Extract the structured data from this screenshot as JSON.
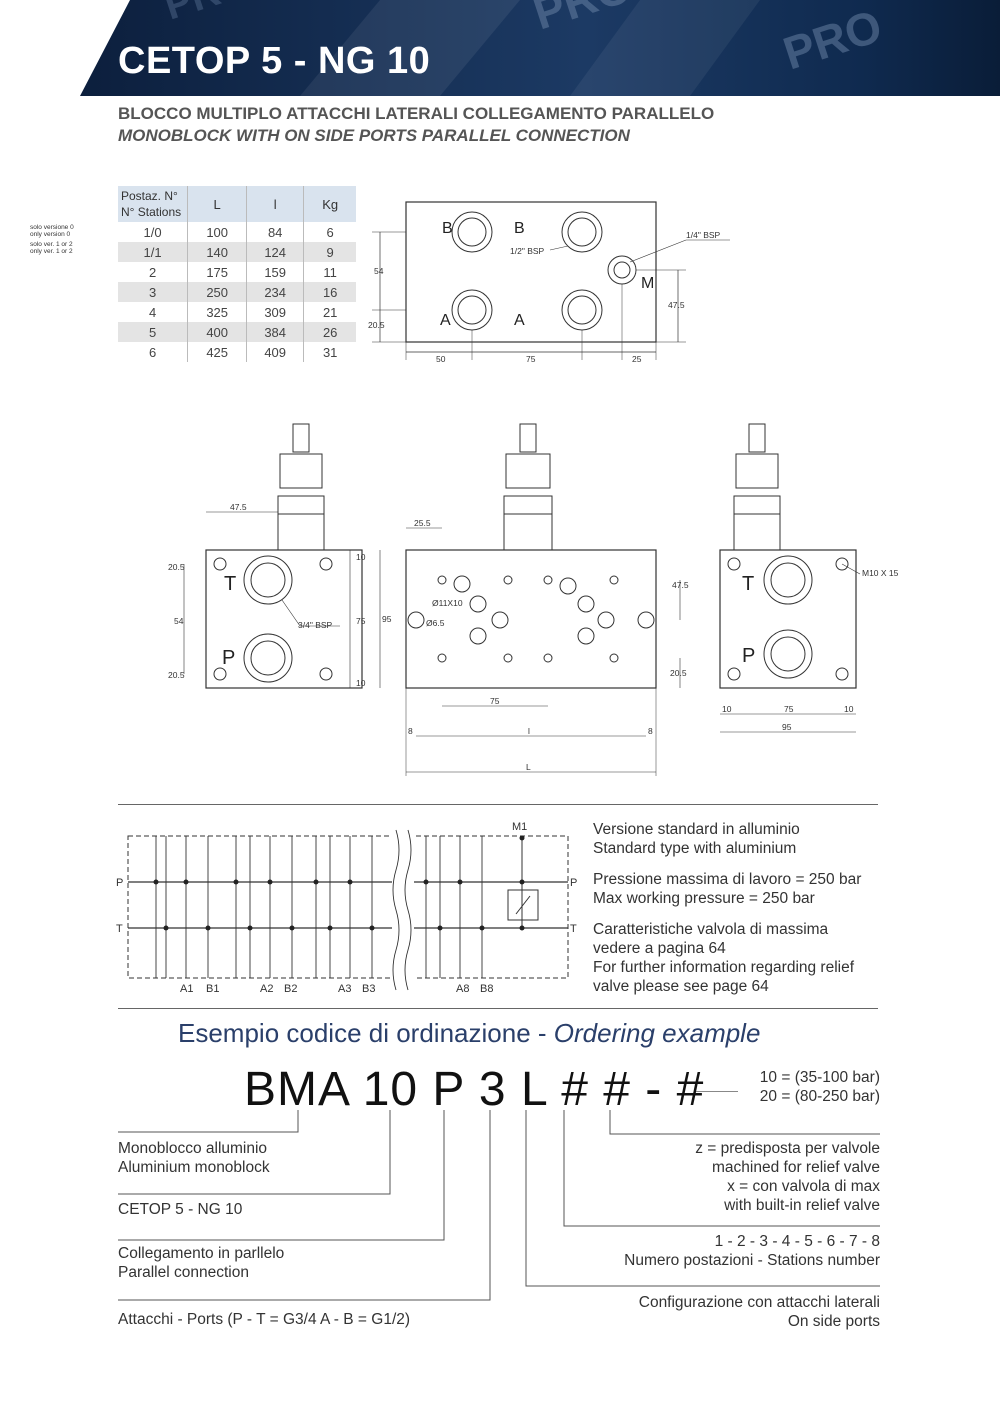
{
  "header": {
    "title": "CETOP 5 - NG 10",
    "watermark": "PRO",
    "subtitle_it": "BLOCCO MULTIPLO ATTACCHI LATERALI COLLEGAMENTO PARALLELO",
    "subtitle_en": "MONOBLOCK WITH ON SIDE PORTS PARALLEL CONNECTION",
    "colors": {
      "banner": "#0f2545",
      "banner_light": "#3a5b86",
      "title": "#ffffff"
    }
  },
  "table": {
    "headers": [
      "Postaz. N°\nN° Stations",
      "L",
      "l",
      "Kg"
    ],
    "header_line1": "Postaz. N°",
    "header_line2": "N° Stations",
    "rows": [
      [
        "1/0",
        "100",
        "84",
        "6"
      ],
      [
        "1/1",
        "140",
        "124",
        "9"
      ],
      [
        "2",
        "175",
        "159",
        "11"
      ],
      [
        "3",
        "250",
        "234",
        "16"
      ],
      [
        "4",
        "325",
        "309",
        "21"
      ],
      [
        "5",
        "400",
        "384",
        "26"
      ],
      [
        "6",
        "425",
        "409",
        "31"
      ]
    ],
    "notes": [
      "solo versione 0",
      "only version  0",
      "solo ver. 1 or 2",
      "only ver. 1 or 2"
    ]
  },
  "top_drawing": {
    "ports": [
      "B",
      "B",
      "A",
      "A",
      "M"
    ],
    "labels": [
      "1/4\" BSP",
      "1/2\" BSP"
    ],
    "dims": [
      "54",
      "20.5",
      "47.5",
      "50",
      "75",
      "25"
    ]
  },
  "side_left": {
    "ports": [
      "T",
      "P"
    ],
    "labels": [
      "3/4\" BSP"
    ],
    "dims": [
      "47.5",
      "20.5",
      "54",
      "20.5",
      "10",
      "75",
      "10"
    ]
  },
  "front": {
    "labels": [
      "Ø11X10",
      "Ø6.5"
    ],
    "dims": [
      "25.5",
      "95",
      "47.5",
      "20.5",
      "75",
      "8",
      "l",
      "8",
      "L"
    ]
  },
  "side_right": {
    "ports": [
      "T",
      "P"
    ],
    "labels": [
      "M10 X 15"
    ],
    "dims": [
      "10",
      "75",
      "10",
      "95"
    ]
  },
  "circuit": {
    "labels": [
      "M1",
      "P",
      "P",
      "T",
      "T"
    ],
    "bottom_labels": [
      "A1",
      "B1",
      "A2",
      "B2",
      "A3",
      "B3",
      "A8",
      "B8"
    ],
    "desc": [
      "Versione standard in alluminio",
      "Standard type with aluminium",
      "Pressione massima di lavoro = 250 bar",
      "Max working pressure = 250 bar",
      "Caratteristiche valvola di massima",
      "vedere a pagina 64",
      "For further information regarding relief",
      "valve please see page 64"
    ]
  },
  "ordering": {
    "title_it": "Esempio codice di ordinazione - ",
    "title_en": "Ordering example",
    "code": "BMA 10 P 3 L # # - #",
    "pressure_1": "10 = (35-100 bar)",
    "pressure_2": "20 = (80-250 bar)",
    "left": [
      [
        "Monoblocco alluminio",
        "Aluminium monoblock"
      ],
      [
        "CETOP 5 - NG 10"
      ],
      [
        "Collegamento in parllelo",
        "Parallel connection"
      ],
      [
        "Attacchi - Ports (P - T = G3/4   A - B = G1/2)"
      ]
    ],
    "right": [
      [
        "z = predisposta per valvole",
        "machined for relief valve",
        "x = con valvola di max",
        "with built-in relief valve"
      ],
      [
        "1 - 2 - 3 - 4 - 5 - 6 - 7 - 8",
        "Numero postazioni - Stations number"
      ],
      [
        "Configurazione con attacchi laterali",
        "On side ports"
      ]
    ]
  }
}
